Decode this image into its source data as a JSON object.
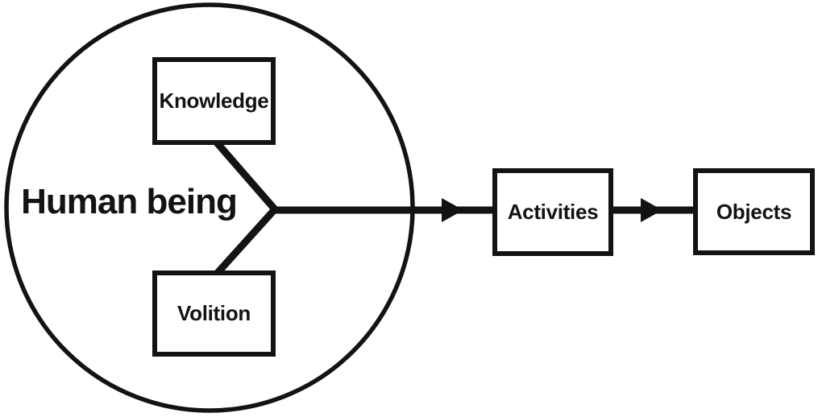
{
  "diagram": {
    "type": "flow",
    "background": "#ffffff",
    "stroke_color": "#131313",
    "group": {
      "label": "Human being",
      "shape": "circle",
      "contains": [
        "Knowledge",
        "Volition"
      ]
    },
    "nodes": {
      "knowledge": {
        "label": "Knowledge",
        "shape": "rectangle",
        "inside_group": true
      },
      "volition": {
        "label": "Volition",
        "shape": "rectangle",
        "inside_group": true
      },
      "activities": {
        "label": "Activities",
        "shape": "rectangle",
        "inside_group": false
      },
      "objects": {
        "label": "Objects",
        "shape": "rectangle",
        "inside_group": false
      }
    },
    "edges": [
      {
        "from": "Knowledge",
        "to": "merge-junction",
        "arrow": false
      },
      {
        "from": "Volition",
        "to": "merge-junction",
        "arrow": false
      },
      {
        "from": "merge-junction",
        "to": "Activities",
        "arrow": true
      },
      {
        "from": "Activities",
        "to": "Objects",
        "arrow": true
      }
    ]
  }
}
